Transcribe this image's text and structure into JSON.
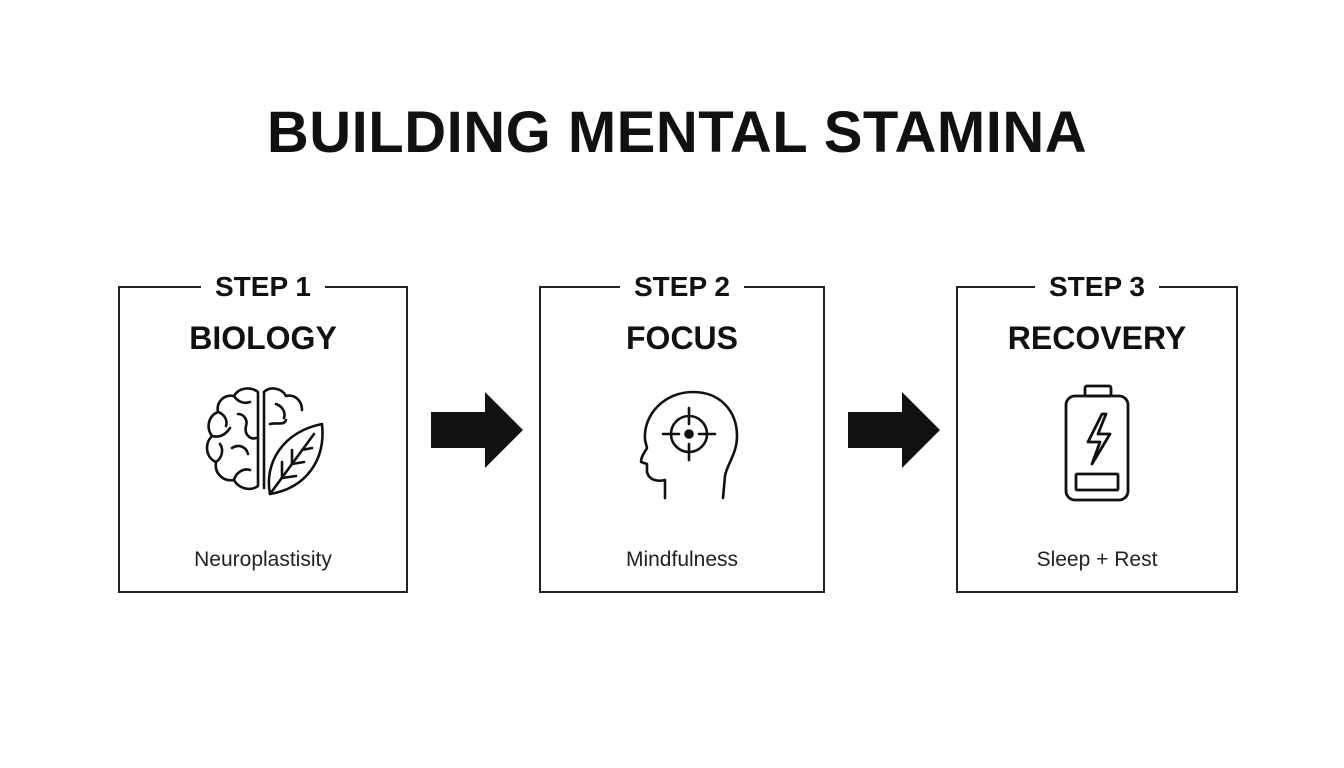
{
  "title": "BUILDING MENTAL STAMINA",
  "steps": [
    {
      "label": "STEP 1",
      "heading": "BIOLOGY",
      "subtitle": "Neuroplastisity",
      "icon": "brain-leaf-icon"
    },
    {
      "label": "STEP 2",
      "heading": "FOCUS",
      "subtitle": "Mindfulness",
      "icon": "head-target-icon"
    },
    {
      "label": "STEP 3",
      "heading": "RECOVERY",
      "subtitle": "Sleep + Rest",
      "icon": "battery-charge-icon"
    }
  ],
  "colors": {
    "ink": "#111111",
    "background": "#ffffff"
  }
}
